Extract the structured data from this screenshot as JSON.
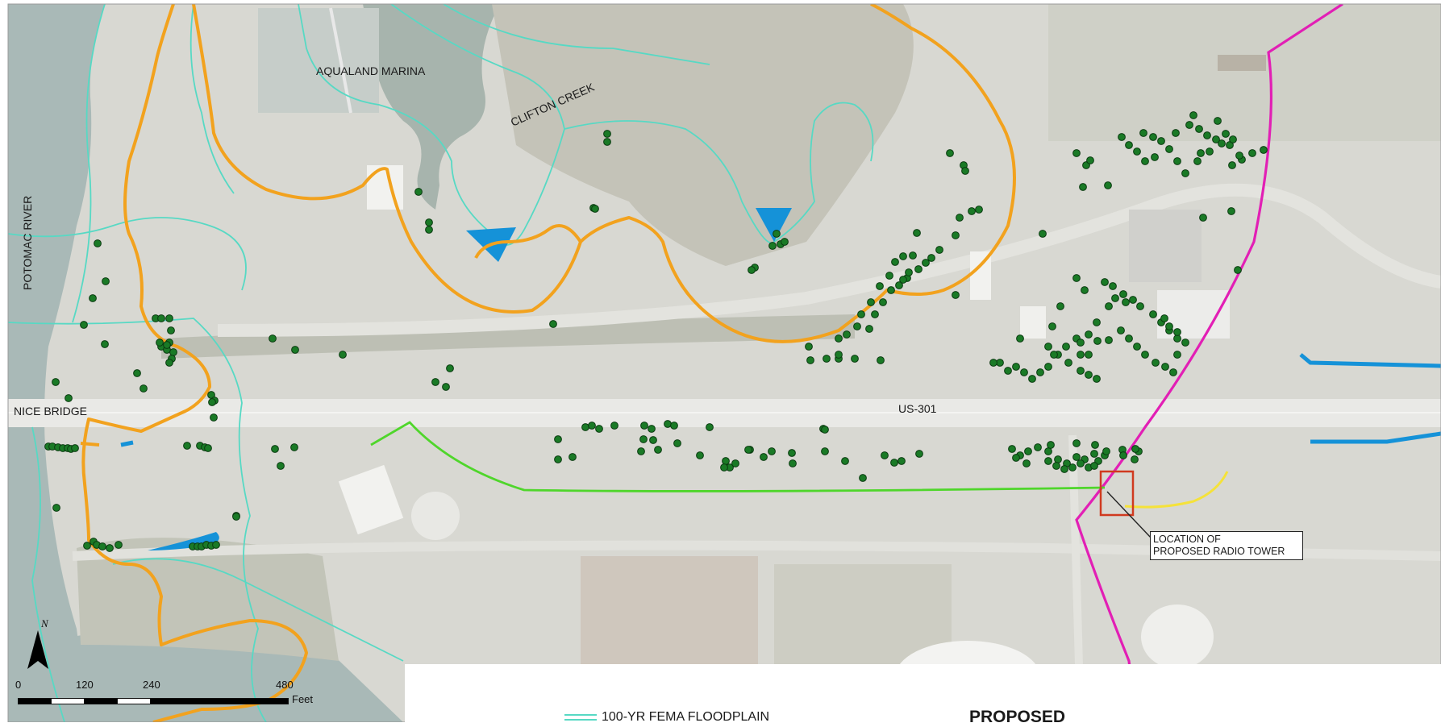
{
  "labels": {
    "aqualand_marina": "AQUALAND MARINA",
    "clifton_creek": "CLIFTON CREEK",
    "potomac_river": "POTOMAC RIVER",
    "nice_bridge": "NICE BRIDGE",
    "us_301": "US-301"
  },
  "callout": {
    "line1": "LOCATION OF",
    "line2": "PROPOSED RADIO TOWER"
  },
  "north_arrow": {
    "letter": "N"
  },
  "scale": {
    "ticks": [
      "0",
      "120",
      "240",
      "480"
    ],
    "unit": "Feet"
  },
  "legend": {
    "floodplain_label": "100-YR FEMA FLOODPLAIN",
    "proposed_heading": "PROPOSED"
  },
  "colors": {
    "orange_boundary": "#f2a21e",
    "magenta_line": "#e21fb5",
    "green_line": "#4fd62b",
    "yellow_line": "#f5e23a",
    "floodplain_cyan": "#57d9c4",
    "wetland_blue": "#1592d8",
    "tree_green": "#1a7a26",
    "tower_red": "#d03a1f"
  }
}
